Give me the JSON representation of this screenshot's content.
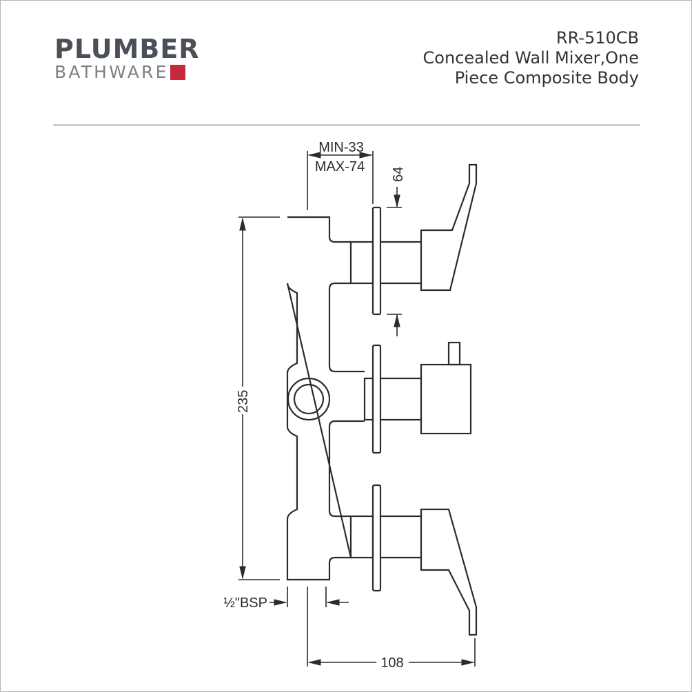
{
  "logo": {
    "brand": "PLUMBER",
    "sub": "BATHWARE",
    "accent": "#c8283e"
  },
  "product": {
    "code": "RR-510CB",
    "name_line1": "Concealed Wall Mixer,One",
    "name_line2": "Piece Composite Body"
  },
  "dimensions": {
    "depth_min": "MIN-33",
    "depth_max": "MAX-74",
    "handle_offset": "64",
    "height": "235",
    "width": "108",
    "inlet": "½\"BSP"
  }
}
